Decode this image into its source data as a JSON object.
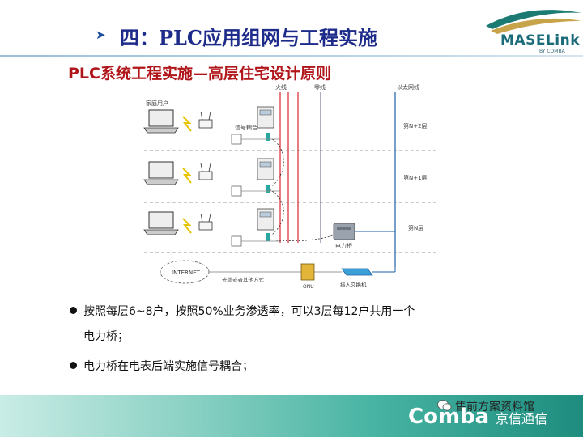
{
  "slide": {
    "title": "四：PLC应用组网与工程实施",
    "subtitle": "PLC系统工程实施—高层住宅设计原则"
  },
  "logo": {
    "brand": "MASELink",
    "sub": "BY COMBA"
  },
  "diagram": {
    "column_labels": [
      "火线",
      "零线",
      "以太网线"
    ],
    "floor_labels": [
      "第N+2层",
      "第N+1层",
      "第N层"
    ],
    "home_user_label": "家庭用户",
    "coupling_label": "信号耦合",
    "power_bridge_label": "电力桥",
    "internet_label": "INTERNET",
    "fiber_label": "光缆或者其他方式",
    "onu_label": "ONU",
    "switch_label": "接入交换机"
  },
  "bullets": [
    {
      "line1": "按照每层6~8户，按照50%业务渗透率，可以3层每12户共用一个",
      "line2": "电力桥；"
    },
    {
      "line1": "电力桥在电表后端实施信号耦合；"
    }
  ],
  "footer": {
    "watermark": "售前方案资料馆",
    "brand": "Comba",
    "brand_cn": "京信通信"
  },
  "colors": {
    "title": "#1d2b8a",
    "subtitle": "#b0151a",
    "live_wire": "#d9262e",
    "neutral_wire": "#7a7a9a",
    "ethernet_wire": "#1b5fa8",
    "footer_teal": "#46b3a2"
  }
}
